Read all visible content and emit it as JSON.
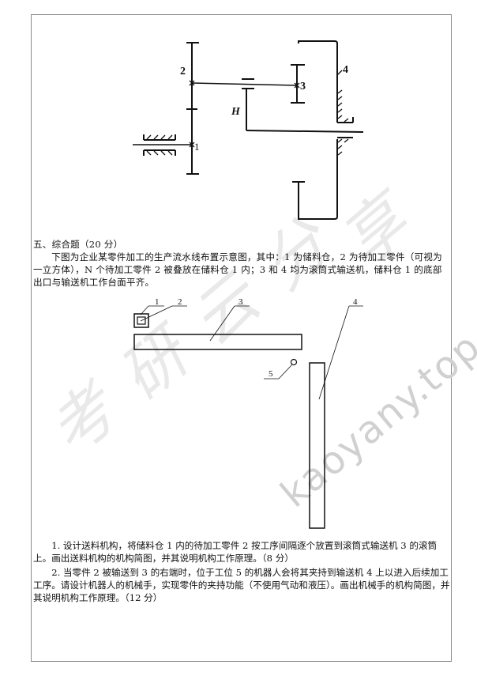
{
  "watermark": {
    "cn_chars": [
      "考",
      "研",
      "云",
      "分",
      "享"
    ],
    "en": "kaoyany.top"
  },
  "gear_diagram": {
    "labels": {
      "g1": "1",
      "g2": "2",
      "g3": "3",
      "g4": "4",
      "carrier": "H"
    }
  },
  "section": {
    "heading": "五、综合题（20 分）",
    "intro": "下图为企业某零件加工的生产流水线布置示意图，其中：1 为储料仓，2 为待加工零件（可视为一立方体），N 个待加工零件 2 被叠放在储料仓 1 内；3 和 4 均为滚筒式输送机，储料仓 1 的底部出口与输送机工作台面平齐。"
  },
  "layout_diagram": {
    "labels": {
      "bin": "1",
      "part": "2",
      "conveyor3": "3",
      "conveyor4": "4",
      "robot": "5"
    }
  },
  "questions": [
    {
      "text": "1. 设计送料机构，将储料仓 1 内的待加工零件 2 按工序间隔逐个放置到滚筒式输送机 3 的滚筒上。画出送料机构的机构简图，并其说明机构工作原理。（8 分）"
    },
    {
      "text": "2. 当零件 2 被输送到 3 的右端时，位于工位 5 的机器人会将其夹持到输送机 4 上以进入后续加工工序。请设计机器人的机械手，实现零件的夹持功能（不使用气动和液压）。画出机械手的机构简图，并其说明机构工作原理。（12 分）"
    }
  ]
}
